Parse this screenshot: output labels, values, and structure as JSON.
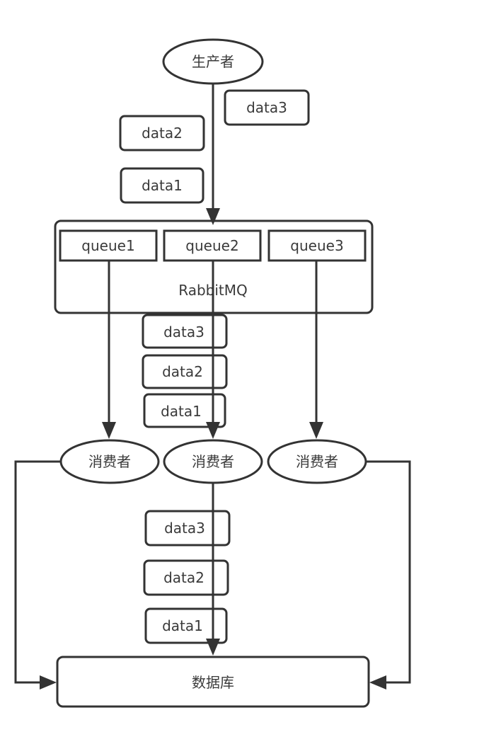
{
  "diagram": {
    "producer": "生产者",
    "producer_data": [
      "data3",
      "data2",
      "data1"
    ],
    "broker": "RabbitMQ",
    "queues": [
      "queue1",
      "queue2",
      "queue3"
    ],
    "queue2_data": [
      "data3",
      "data2",
      "data1"
    ],
    "consumers": [
      "消费者",
      "消费者",
      "消费者"
    ],
    "consumer2_data": [
      "data3",
      "data2",
      "data1"
    ],
    "database": "数据库"
  }
}
